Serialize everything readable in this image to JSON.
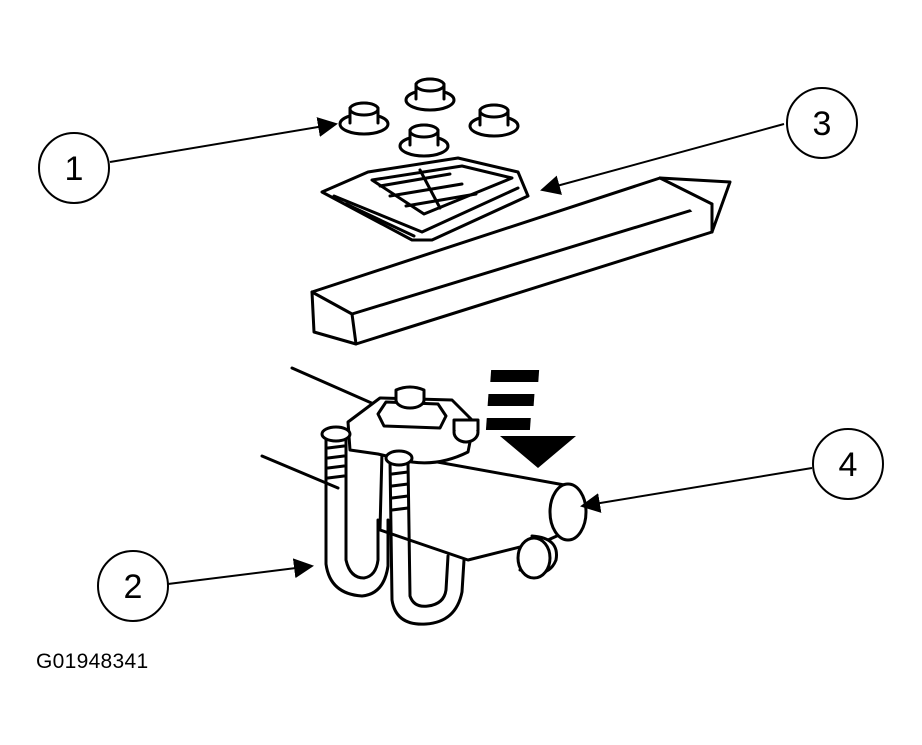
{
  "callouts": [
    {
      "id": "1",
      "label": "1"
    },
    {
      "id": "2",
      "label": "2"
    },
    {
      "id": "3",
      "label": "3"
    },
    {
      "id": "4",
      "label": "4"
    }
  ],
  "figure_id": "G01948341",
  "colors": {
    "ink": "#000000",
    "paper": "#ffffff"
  }
}
